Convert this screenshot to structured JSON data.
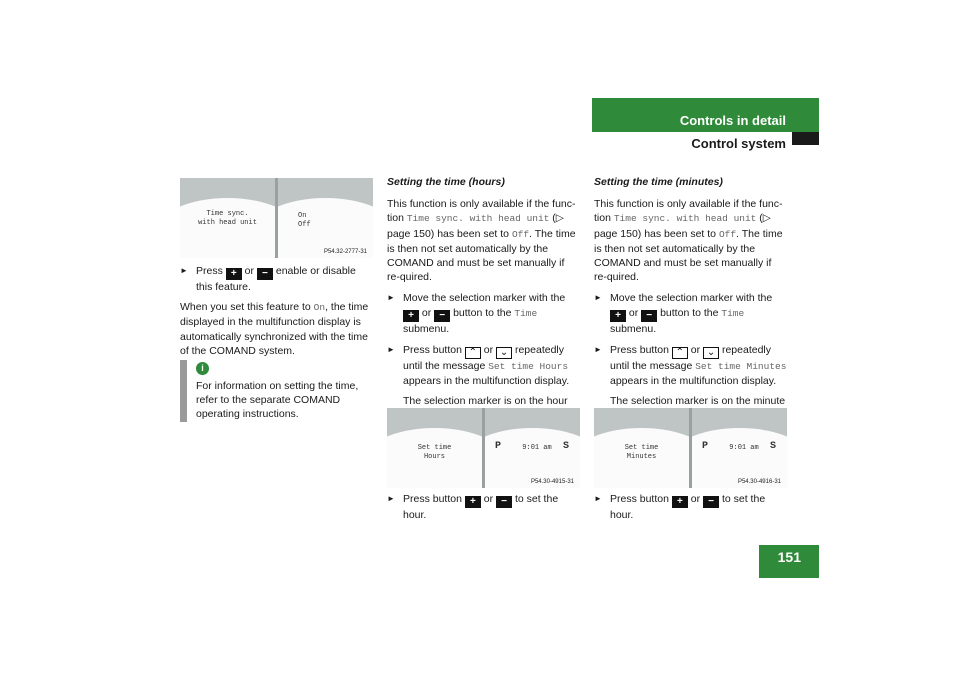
{
  "header": {
    "section": "Controls in detail",
    "subsection": "Control system"
  },
  "page_number": "151",
  "col1": {
    "image_code": "P54.32-2777-31",
    "image_left_text": "Time sync.\nwith head unit",
    "image_right_text": "On\nOff",
    "bullet_1": {
      "a": "Press ",
      "b": " or ",
      "c": " enable or disable this feature."
    },
    "para": {
      "a": "When you set this feature to ",
      "on": "On",
      "b": ", the time displayed in the multifunction display is automatically synchronized with the time of the COMAND system."
    },
    "note": {
      "icon": "i",
      "text": "For information on setting the time, refer to the separate COMAND operating instructions."
    }
  },
  "col2": {
    "heading": "Setting the time (hours)",
    "intro": {
      "a": "This function is only available if the func-tion ",
      "mono1": "Time sync. with head unit",
      "b": " (▷ page 150) has been set to ",
      "off": "Off",
      "c": ". The time is then not set automatically by the COMAND and must be set manually if re-quired."
    },
    "b1": {
      "a": "Move the selection marker with the ",
      "b": " or ",
      "c": " button to the ",
      "mono": "Time",
      "d": " submenu."
    },
    "b2": {
      "a": "Press button ",
      "b": " or ",
      "c": " repeatedly until the message ",
      "mono": "Set time Hours",
      "d": " appears in the multifunction display."
    },
    "b2_sub": "The selection marker is on the hour setting.",
    "image_code": "P54.30-4915-31",
    "image_left_text": "Set time\nHours",
    "image_right_text": "9:01 am",
    "b3": {
      "a": "Press button ",
      "b": " or ",
      "c": " to set the hour."
    }
  },
  "col3": {
    "heading": "Setting the time (minutes)",
    "intro": {
      "a": "This function is only available if the func-tion ",
      "mono1": "Time sync. with head unit",
      "b": " (▷ page 150) has been set to ",
      "off": "Off",
      "c": ". The time is then not set automatically by the COMAND and must be set manually if re-quired."
    },
    "b1": {
      "a": "Move the selection marker with the ",
      "b": " or ",
      "c": " button to the ",
      "mono": "Time",
      "d": " submenu."
    },
    "b2": {
      "a": "Press button ",
      "b": " or ",
      "c": " repeatedly until the message ",
      "mono": "Set time Minutes",
      "d": " appears in the multifunction display."
    },
    "b2_sub": "The selection marker is on the minute setting.",
    "image_code": "P54.30-4916-31",
    "image_left_text": "Set time\nMinutes",
    "image_right_text": "9:01 am",
    "b3": {
      "a": "Press button ",
      "b": " or ",
      "c": " to set the hour."
    }
  },
  "gear_p": "P",
  "gear_s": "S",
  "icons": {
    "plus": "plus-button-icon",
    "minus": "minus-button-icon",
    "up": "up-button-icon",
    "down": "down-button-icon",
    "info": "info-icon"
  },
  "colors": {
    "accent": "#2f8a3a",
    "note_bar": "#9a9a9a"
  }
}
